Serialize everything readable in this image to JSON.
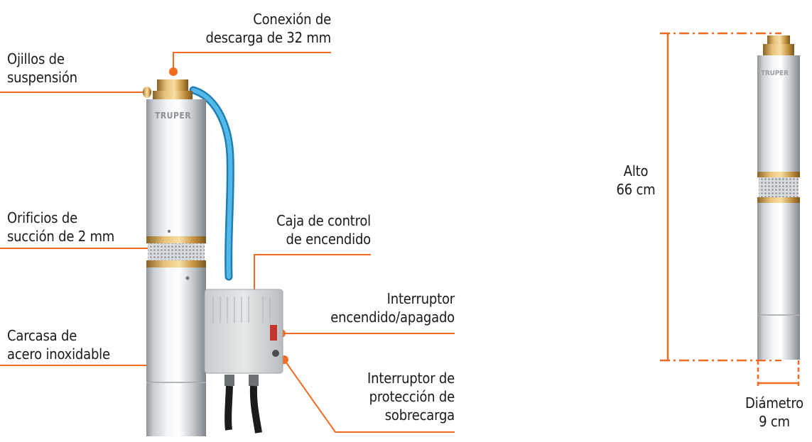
{
  "callouts": {
    "discharge": [
      "Conexión de",
      "descarga de 32 mm"
    ],
    "eyelets": [
      "Ojillos de",
      "suspensión"
    ],
    "suction": [
      "Orificios de",
      "succión de 2 mm"
    ],
    "control_box": [
      "Caja de control",
      "de encendido"
    ],
    "switch": [
      "Interruptor",
      "encendido/apagado"
    ],
    "casing": [
      "Carcasa de",
      "acero inoxidable"
    ],
    "overload": [
      "Interruptor de",
      "protección de",
      "sobrecarga"
    ]
  },
  "dimensions": {
    "height": [
      "Alto",
      "66 cm"
    ],
    "diameter": [
      "Diámetro",
      "9 cm"
    ]
  },
  "brand": "TRUPER",
  "colors": {
    "accent": "#f26b21",
    "text": "#1a1a1a",
    "hose": "#3aa6dc",
    "brass": "#c89a45",
    "steel": "#d8dcdf"
  }
}
